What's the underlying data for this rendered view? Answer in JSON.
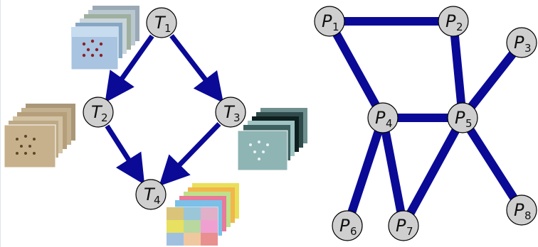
{
  "colors": {
    "edge": "#0a0a96",
    "node_fill": "#cfcfcf",
    "node_stroke": "#000000"
  },
  "dag": {
    "nodes": [
      {
        "id": "T1",
        "letter": "T",
        "sub": "1"
      },
      {
        "id": "T2",
        "letter": "T",
        "sub": "2"
      },
      {
        "id": "T3",
        "letter": "T",
        "sub": "3"
      },
      {
        "id": "T4",
        "letter": "T",
        "sub": "4"
      }
    ],
    "edges": [
      [
        "T1",
        "T2"
      ],
      [
        "T1",
        "T3"
      ],
      [
        "T2",
        "T4"
      ],
      [
        "T3",
        "T4"
      ]
    ],
    "thumbnail_stacks": [
      {
        "node": "T1",
        "tone": "natural sky photos"
      },
      {
        "node": "T2",
        "tone": "sepia"
      },
      {
        "node": "T3",
        "tone": "teal tinted"
      },
      {
        "node": "T4",
        "tone": "color tiled"
      }
    ]
  },
  "graph": {
    "nodes": [
      {
        "id": "P1",
        "letter": "P",
        "sub": "1"
      },
      {
        "id": "P2",
        "letter": "P",
        "sub": "2"
      },
      {
        "id": "P3",
        "letter": "P",
        "sub": "3"
      },
      {
        "id": "P4",
        "letter": "P",
        "sub": "4"
      },
      {
        "id": "P5",
        "letter": "P",
        "sub": "5"
      },
      {
        "id": "P6",
        "letter": "P",
        "sub": "6"
      },
      {
        "id": "P7",
        "letter": "P",
        "sub": "7"
      },
      {
        "id": "P8",
        "letter": "P",
        "sub": "8"
      }
    ],
    "edges": [
      [
        "P1",
        "P2"
      ],
      [
        "P1",
        "P4"
      ],
      [
        "P2",
        "P5"
      ],
      [
        "P3",
        "P5"
      ],
      [
        "P4",
        "P5"
      ],
      [
        "P4",
        "P6"
      ],
      [
        "P4",
        "P7"
      ],
      [
        "P5",
        "P7"
      ],
      [
        "P5",
        "P8"
      ]
    ]
  }
}
